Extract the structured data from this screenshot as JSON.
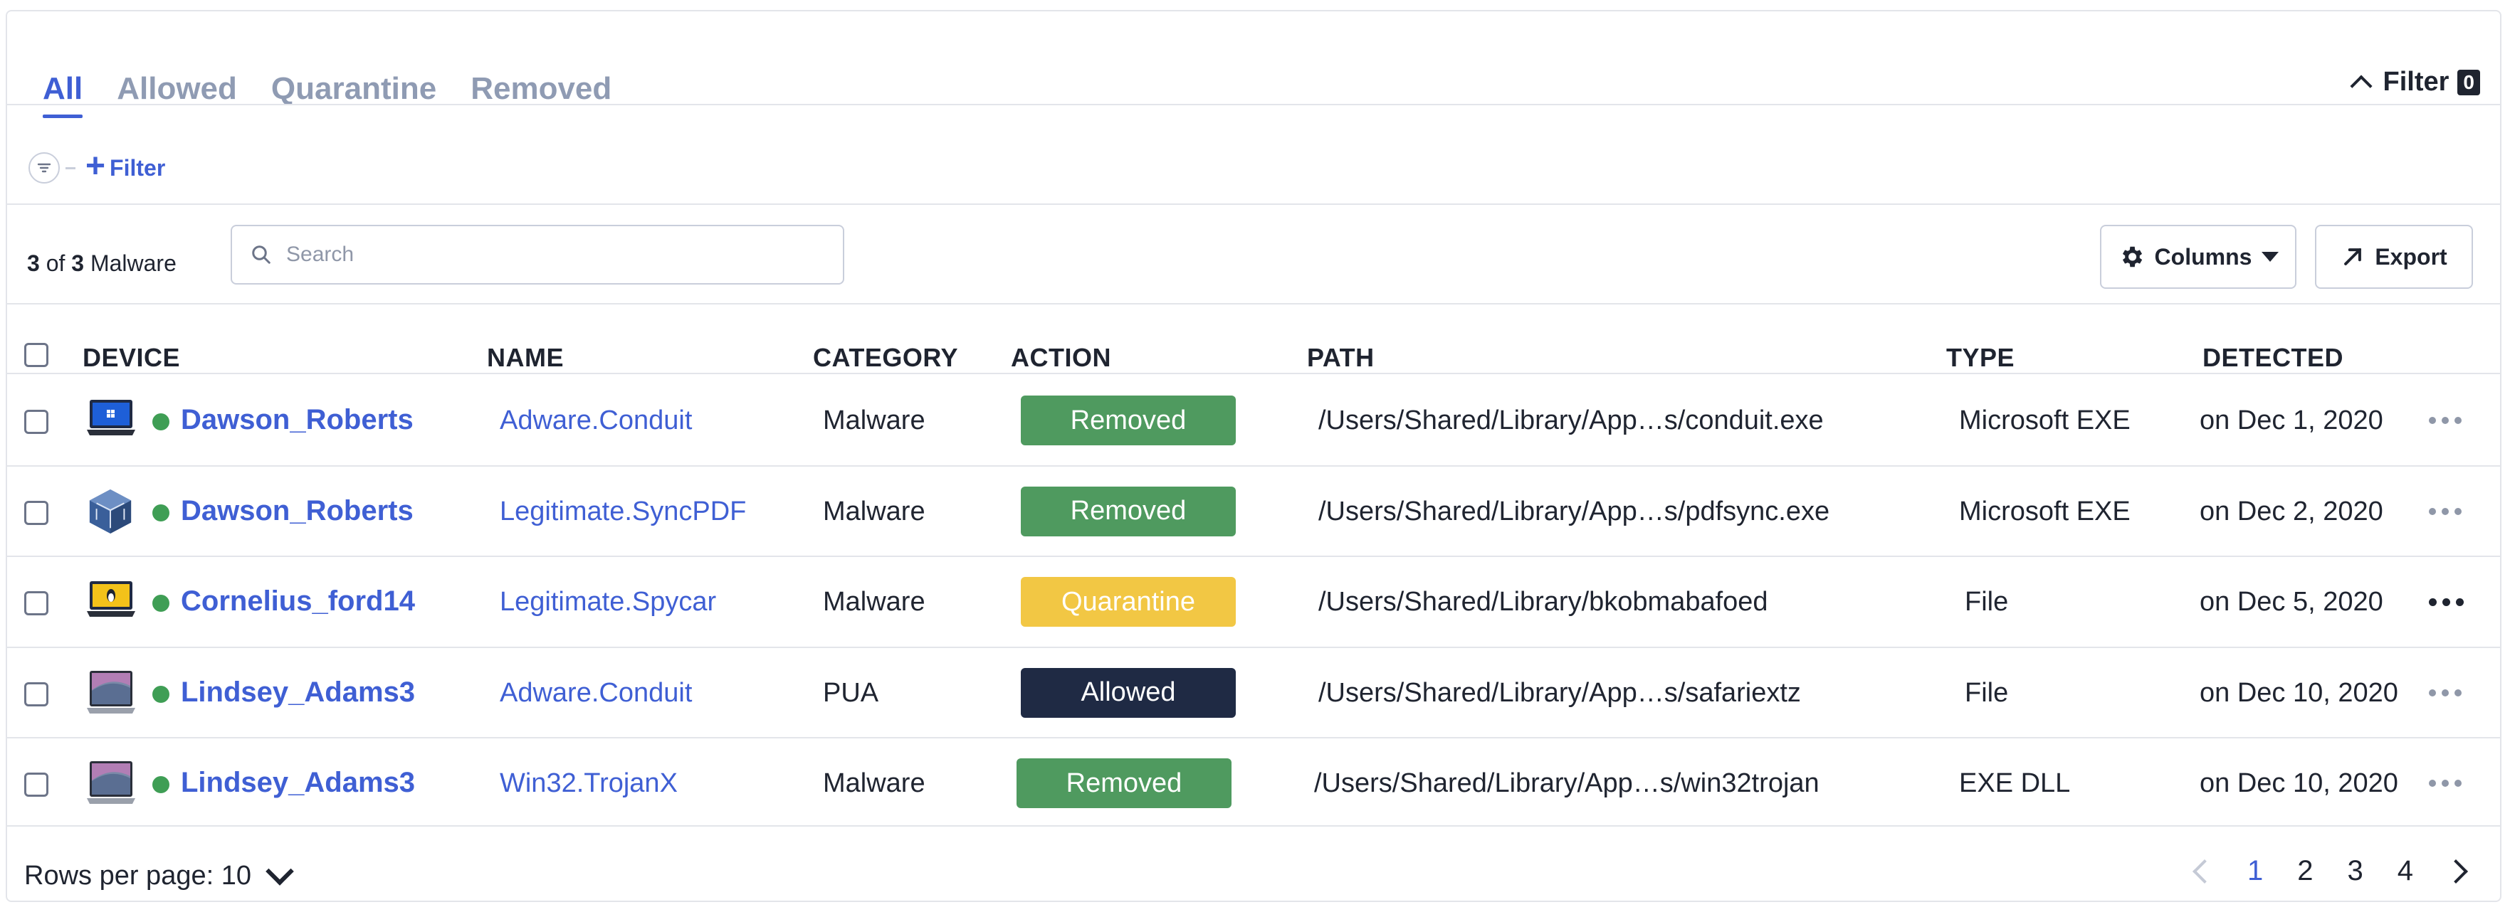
{
  "tabs": [
    {
      "label": "All",
      "active": true
    },
    {
      "label": "Allowed",
      "active": false
    },
    {
      "label": "Quarantine",
      "active": false
    },
    {
      "label": "Removed",
      "active": false
    }
  ],
  "filter_toggle": {
    "label": "Filter",
    "count": "0"
  },
  "add_filter": {
    "label": "Filter"
  },
  "toolbar": {
    "count_shown": "3",
    "count_of": "of",
    "count_total": "3",
    "count_noun": "Malware",
    "search_placeholder": "Search",
    "columns_label": "Columns",
    "export_label": "Export"
  },
  "table": {
    "headers": {
      "device": "DEVICE",
      "name": "NAME",
      "category": "CATEGORY",
      "action": "ACTION",
      "path": "PATH",
      "type": "TYPE",
      "detected": "DETECTED"
    },
    "rows": [
      {
        "device_icon": "windows-laptop-icon",
        "device": "Dawson_Roberts",
        "name": "Adware.Conduit",
        "category": "Malware",
        "action": "Removed",
        "action_kind": "removed",
        "path": "/Users/Shared/Library/App…s/conduit.exe",
        "type": "Microsoft EXE",
        "detected": "on Dec 1, 2020"
      },
      {
        "device_icon": "virtualbox-icon",
        "device": "Dawson_Roberts",
        "name": "Legitimate.SyncPDF",
        "category": "Malware",
        "action": "Removed",
        "action_kind": "removed",
        "path": "/Users/Shared/Library/App…s/pdfsync.exe",
        "type": "Microsoft EXE",
        "detected": "on Dec 2, 2020"
      },
      {
        "device_icon": "linux-laptop-icon",
        "device": "Cornelius_ford14",
        "name": "Legitimate.Spycar",
        "category": "Malware",
        "action": "Quarantine",
        "action_kind": "quarantine",
        "path": "/Users/Shared/Library/bkobmabafoed",
        "type": "File",
        "detected": "on Dec 5, 2020"
      },
      {
        "device_icon": "macbook-icon",
        "device": "Lindsey_Adams3",
        "name": "Adware.Conduit",
        "category": "PUA",
        "action": "Allowed",
        "action_kind": "allowed",
        "path": "/Users/Shared/Library/App…s/safariextz",
        "type": "File",
        "detected": "on Dec 10, 2020"
      },
      {
        "device_icon": "macbook-icon",
        "device": "Lindsey_Adams3",
        "name": "Win32.TrojanX",
        "category": "Malware",
        "action": "Removed",
        "action_kind": "removed",
        "path": "/Users/Shared/Library/App…s/win32trojan",
        "type": "EXE DLL",
        "detected": "on Dec 10, 2020"
      }
    ]
  },
  "footer": {
    "rows_per_page": "Rows per page: 10",
    "pages": [
      "1",
      "2",
      "3",
      "4"
    ],
    "current_page": "1"
  },
  "colors": {
    "accent": "#3f5fd4",
    "online": "#3f9e55",
    "removed": "#4f9a5f",
    "quarantine": "#f2c744",
    "allowed": "#1f2a44"
  }
}
